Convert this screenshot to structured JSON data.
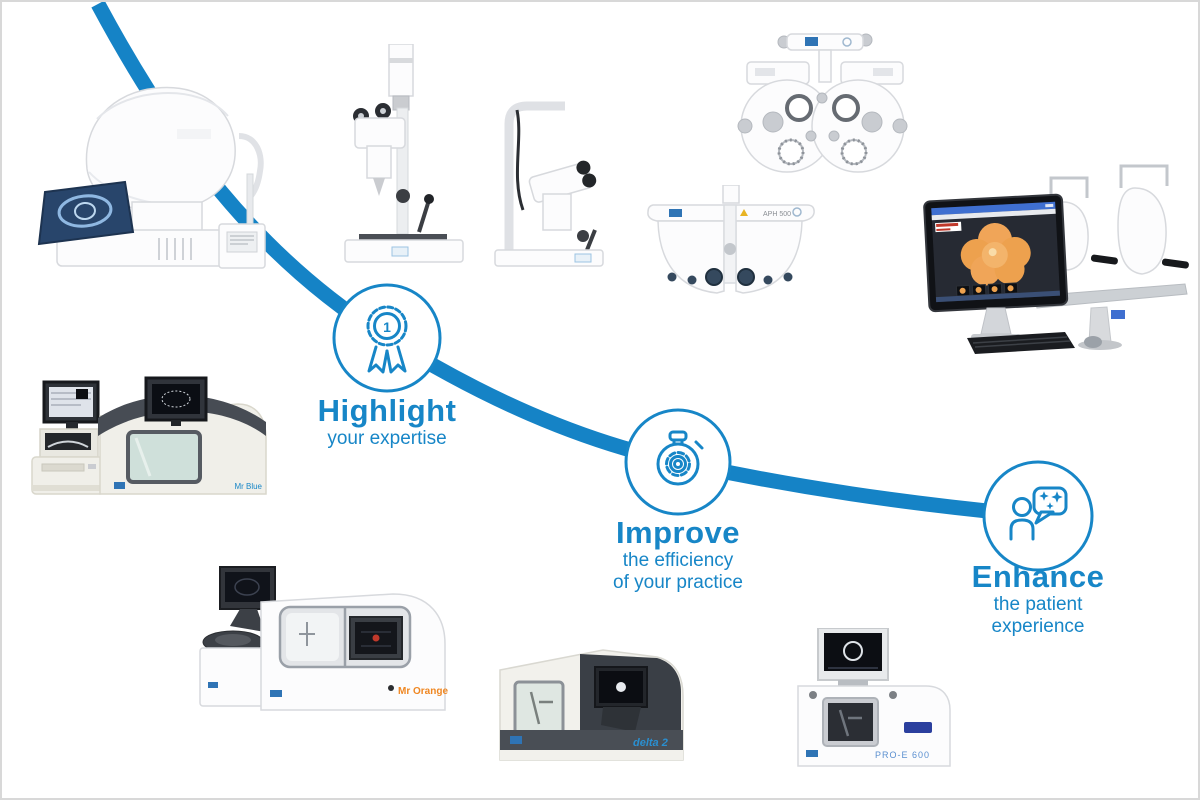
{
  "colors": {
    "accent_blue": "#1786c7",
    "line_blue": "#1583c6",
    "brand_orange": "#ef8722",
    "delta_blue": "#2a8fd0",
    "retina_orange": "#f0a558"
  },
  "journey": {
    "milestones": [
      {
        "title": "Highlight",
        "subtitle_lines": [
          "your expertise"
        ],
        "icon": "first-place-medal-icon"
      },
      {
        "title": "Improve",
        "subtitle_lines": [
          "the efficiency",
          "of your practice"
        ],
        "icon": "stopwatch-gear-icon"
      },
      {
        "title": "Enhance",
        "subtitle_lines": [
          "the patient",
          "experience"
        ],
        "icon": "patient-feedback-icon"
      }
    ]
  },
  "product_labels": {
    "aph": "APH 500",
    "mr_blue": "Mr Blue",
    "mr_orange": "Mr Orange",
    "delta": "delta 2",
    "pro_e": "PRO-E 600"
  }
}
